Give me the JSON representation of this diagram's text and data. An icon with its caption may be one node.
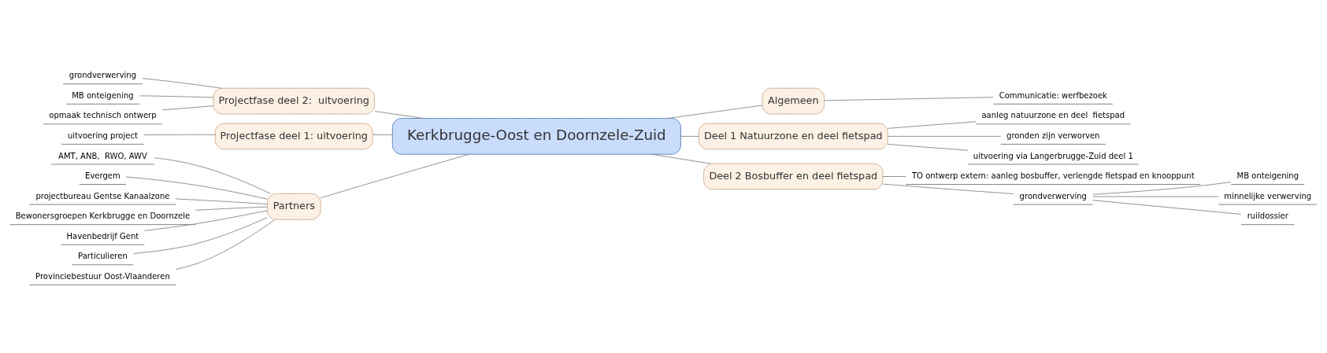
{
  "diagram": {
    "nodes": [
      {
        "text": [
          "Kerkbrugge-Oost en Doornzele-Zuid"
        ]
      },
      {
        "text": [
          "Projectfase deel 2:  uitvoering"
        ]
      },
      {
        "text": [
          "grondverwerving"
        ]
      },
      {
        "text": [
          "MB onteigening"
        ]
      },
      {
        "text": [
          "opmaak technisch ontwerp"
        ]
      },
      {
        "text": [
          "Projectfase deel 1: uitvoering"
        ]
      },
      {
        "text": [
          "uitvoering project"
        ]
      },
      {
        "text": [
          "Partners"
        ]
      },
      {
        "text": [
          "AMT, ANB,  RWO, AWV"
        ]
      },
      {
        "text": [
          "Evergem"
        ]
      },
      {
        "text": [
          "projectbureau Gentse Kanaalzone"
        ]
      },
      {
        "text": [
          "Bewonersgroepen Kerkbrugge en Doornzele"
        ]
      },
      {
        "text": [
          "Havenbedrijf Gent"
        ]
      },
      {
        "text": [
          "Particulieren"
        ]
      },
      {
        "text": [
          "Provinciebestuur Oost-Vlaanderen"
        ]
      },
      {
        "text": [
          "Algemeen"
        ]
      },
      {
        "text": [
          "Communicatie: werfbezoek"
        ]
      },
      {
        "text": [
          "Deel 1 Natuurzone en deel fietspad"
        ]
      },
      {
        "text": [
          "aanleg natuurzone en deel  fietspad"
        ]
      },
      {
        "text": [
          "gronden zijn verworven"
        ]
      },
      {
        "text": [
          "uitvoering via Langerbrugge-Zuid deel 1"
        ]
      },
      {
        "text": [
          "Deel 2 Bosbuffer en deel fietspad"
        ]
      },
      {
        "text": [
          "TO ontwerp extern: aanleg bosbuffer, verlengde fietspad en knooppunt"
        ]
      },
      {
        "text": [
          "grondverwerving"
        ]
      },
      {
        "text": [
          "MB onteigening"
        ]
      },
      {
        "text": [
          "minnelijke verwerving"
        ]
      },
      {
        "text": [
          "ruildossier"
        ]
      }
    ],
    "edges": [
      {
        "from": 0,
        "to": 1,
        "arrow": "none"
      },
      {
        "from": 1,
        "to": 2,
        "arrow": "none"
      },
      {
        "from": 1,
        "to": 3,
        "arrow": "none"
      },
      {
        "from": 1,
        "to": 4,
        "arrow": "none"
      },
      {
        "from": 0,
        "to": 5,
        "arrow": "none"
      },
      {
        "from": 5,
        "to": 6,
        "arrow": "none"
      },
      {
        "from": 0,
        "to": 7,
        "arrow": "none"
      },
      {
        "from": 7,
        "to": 8,
        "arrow": "none"
      },
      {
        "from": 7,
        "to": 9,
        "arrow": "none"
      },
      {
        "from": 7,
        "to": 10,
        "arrow": "none"
      },
      {
        "from": 7,
        "to": 11,
        "arrow": "none"
      },
      {
        "from": 7,
        "to": 12,
        "arrow": "none"
      },
      {
        "from": 7,
        "to": 13,
        "arrow": "none"
      },
      {
        "from": 7,
        "to": 14,
        "arrow": "none"
      },
      {
        "from": 0,
        "to": 15,
        "arrow": "none"
      },
      {
        "from": 15,
        "to": 16,
        "arrow": "none"
      },
      {
        "from": 0,
        "to": 17,
        "arrow": "none"
      },
      {
        "from": 17,
        "to": 18,
        "arrow": "none"
      },
      {
        "from": 17,
        "to": 19,
        "arrow": "none"
      },
      {
        "from": 17,
        "to": 20,
        "arrow": "none"
      },
      {
        "from": 0,
        "to": 21,
        "arrow": "none"
      },
      {
        "from": 21,
        "to": 22,
        "arrow": "none"
      },
      {
        "from": 21,
        "to": 23,
        "arrow": "none"
      },
      {
        "from": 23,
        "to": 24,
        "arrow": "none"
      },
      {
        "from": 23,
        "to": 25,
        "arrow": "none"
      },
      {
        "from": 23,
        "to": 26,
        "arrow": "none"
      }
    ]
  }
}
